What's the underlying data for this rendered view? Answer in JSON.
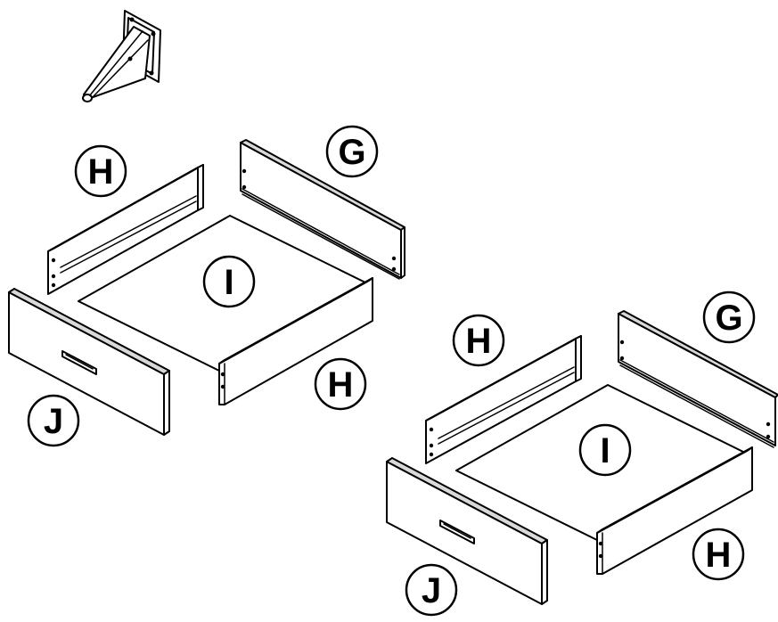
{
  "parts": [
    {
      "id": "leg",
      "label": ""
    },
    {
      "id": "left-set-back-panel",
      "label": "G"
    },
    {
      "id": "left-set-side-left",
      "label": "H"
    },
    {
      "id": "left-set-bottom",
      "label": "I"
    },
    {
      "id": "left-set-side-right",
      "label": "H"
    },
    {
      "id": "left-set-front",
      "label": "J"
    },
    {
      "id": "right-set-back-panel",
      "label": "G"
    },
    {
      "id": "right-set-side-left",
      "label": "H"
    },
    {
      "id": "right-set-bottom",
      "label": "I"
    },
    {
      "id": "right-set-side-right",
      "label": "H"
    },
    {
      "id": "right-set-front",
      "label": "J"
    }
  ],
  "colors": {
    "line": "#000000",
    "background": "#ffffff",
    "shade": "#d9d9d9"
  }
}
